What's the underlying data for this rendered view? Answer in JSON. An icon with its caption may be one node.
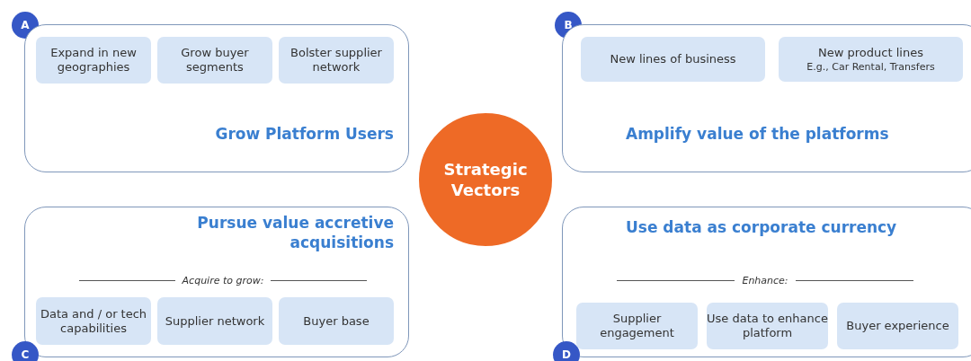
{
  "diagram": {
    "nodes": [
      {
        "text": [
          "A"
        ]
      },
      {
        "text": [
          "Grow Platform Users"
        ]
      },
      {
        "text": [
          "Expand in new geographies"
        ],
        "in": 1
      },
      {
        "text": [
          "Grow buyer segments"
        ],
        "in": 1
      },
      {
        "text": [
          "Bolster supplier network"
        ],
        "in": 1
      },
      {
        "text": [
          "B"
        ]
      },
      {
        "text": [
          "Amplify value of the platforms"
        ]
      },
      {
        "text": [
          "New lines of business"
        ],
        "in": 6
      },
      {
        "text": [
          "New product lines",
          "E.g., Car Rental, Transfers"
        ],
        "in": 6
      },
      {
        "text": [
          "Strategic Vectors"
        ]
      },
      {
        "text": [
          "Pursue value accretive acquisitions",
          "Acquire to grow:"
        ]
      },
      {
        "text": [
          "Data and / or tech capabilities"
        ],
        "in": 10
      },
      {
        "text": [
          "Supplier network"
        ],
        "in": 10
      },
      {
        "text": [
          "Buyer base"
        ],
        "in": 10
      },
      {
        "text": [
          "C"
        ]
      },
      {
        "text": [
          "Use data as corporate currency",
          "Enhance:"
        ]
      },
      {
        "text": [
          "Supplier engagement"
        ],
        "in": 15
      },
      {
        "text": [
          "Use data to enhance platform"
        ],
        "in": 15
      },
      {
        "text": [
          "Buyer experience"
        ],
        "in": 15
      },
      {
        "text": [
          "D"
        ]
      }
    ],
    "edges": []
  }
}
